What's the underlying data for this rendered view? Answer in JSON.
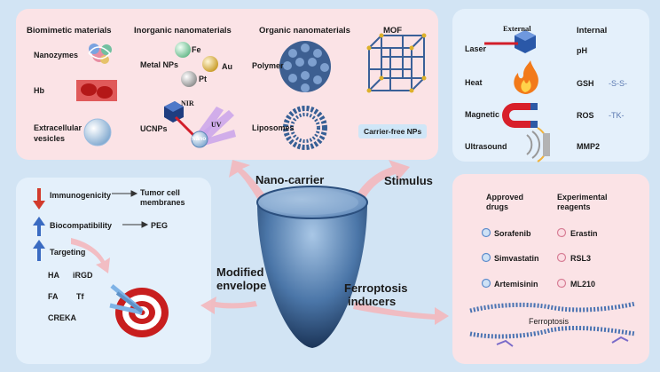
{
  "nanocarrier": {
    "biomimetic": {
      "title": "Biomimetic  materials",
      "items": [
        "Nanozymes",
        "Hb",
        "Extracellular",
        "vesicles"
      ]
    },
    "inorganic": {
      "title": "Inorganic nanomaterials",
      "metal_nps": "Metal NPs",
      "metals": [
        "Fe",
        "Au",
        "Pt"
      ],
      "ucnps": "UCNPs",
      "nir": "NIR",
      "uv": "UV",
      "nano": "Nano"
    },
    "organic": {
      "title": "Organic nanomaterials",
      "polymer": "Polymer",
      "liposomes": "Liposomes"
    },
    "mof": {
      "title": "MOF",
      "carrier_free": "Carrier-free NPs"
    }
  },
  "stimulus": {
    "external_title": "External",
    "internal_title": "Internal",
    "external": [
      "Laser",
      "Heat",
      "Magnetic",
      "Ultrasound"
    ],
    "internal": [
      "pH",
      "GSH",
      "ROS",
      "MMP2"
    ],
    "bonds": [
      "-S-S-",
      "-TK-"
    ]
  },
  "envelope": {
    "rows": [
      {
        "arrow": "down",
        "label": "Immunogenicity",
        "target": "Tumor cell",
        "target2": "membranes"
      },
      {
        "arrow": "up",
        "label": "Biocompatibility",
        "target": "PEG"
      },
      {
        "arrow": "up",
        "label": "Targeting"
      }
    ],
    "ligands": [
      "HA",
      "iRGD",
      "FA",
      "Tf",
      "CREKA"
    ]
  },
  "inducers": {
    "approved_title": "Approved",
    "approved_title2": "drugs",
    "experimental_title": "Experimental",
    "experimental_title2": "reagents",
    "approved": [
      "Sorafenib",
      "Simvastatin",
      "Artemisinin"
    ],
    "experimental": [
      "Erastin",
      "RSL3",
      "ML210"
    ],
    "membrane_label": "Ferroptosis"
  },
  "center": {
    "nano_carrier": "Nano-carrier",
    "stimulus": "Stimulus",
    "modified": "Modified",
    "envelope": "envelope",
    "ferroptosis": "Ferroptosis",
    "inducers": "inducers"
  },
  "colors": {
    "pink_panel": "#fbe3e6",
    "blue_panel": "#e4f0fb",
    "background": "#d2e4f4",
    "arrow": "#f3b7bd",
    "red_arrow": "#d23a2c",
    "blue_arrow": "#3a6bc2",
    "bond_text": "#5a78b0"
  }
}
